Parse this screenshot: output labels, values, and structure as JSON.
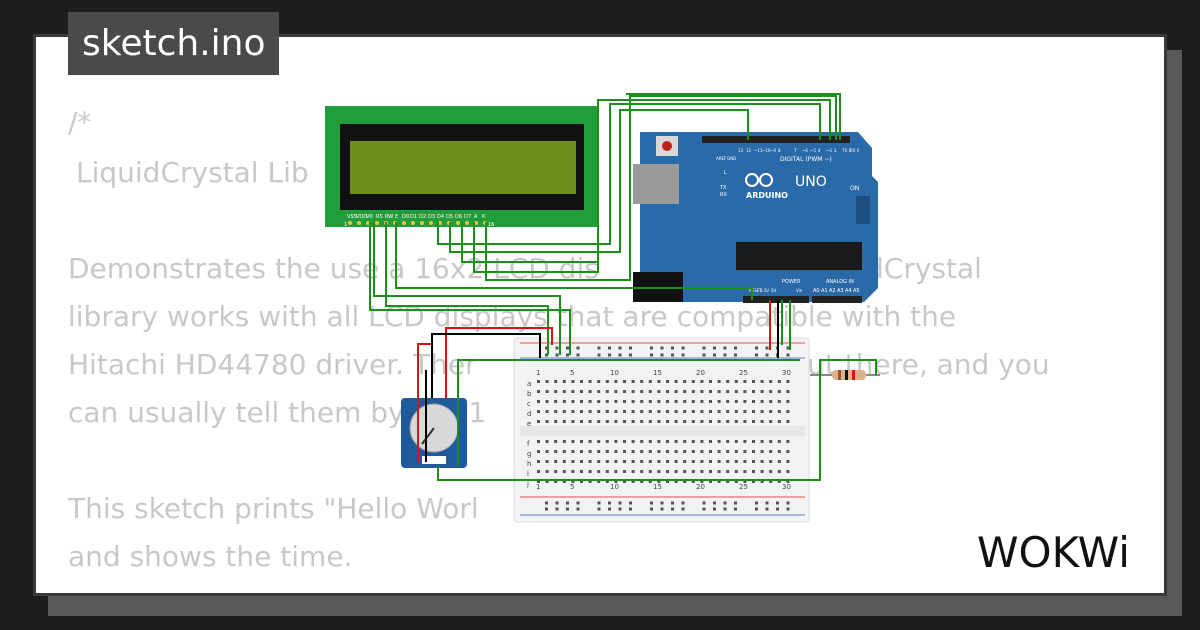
{
  "title": "sketch.ino",
  "code_lines": [
    "/*",
    "  LiquidCrystal Lib",
    "  Demonstrates the use a 16x2 LCD dis",
    "  library works with all LCD displays that are compatible with the",
    "  Hitachi HD44780 driver. Ther",
    "  out there, and you",
    "  can usually tell them by the 1",
    "  This sketch prints \"Hello Worl",
    "  and shows the time.",
    "dCrystal"
  ],
  "lcd": {
    "pin_labels": [
      "VSS",
      "VDD",
      "V0",
      "RS",
      "RW",
      "E",
      "D0",
      "D1",
      "D2",
      "D3",
      "D4",
      "D5",
      "D6",
      "D7",
      "A",
      "K"
    ],
    "pin_first": "1",
    "pin_last": "16",
    "screen_color": "#6e8f1c",
    "pcb_color": "#1f9e3a"
  },
  "arduino": {
    "model": "UNO",
    "brand": "ARDUINO",
    "digital_label": "DIGITAL (PWM ~)",
    "power_label": "POWER",
    "analog_label": "ANALOG IN",
    "labels": {
      "aref": "AREF",
      "gnd": "GND",
      "l": "L",
      "tx": "TX",
      "rx": "RX",
      "on": "ON",
      "reset": "RESET",
      "v33": "3.3V",
      "v5": "5V",
      "vin": "Vin"
    },
    "digital_pins": [
      "13",
      "12",
      "~11",
      "~10",
      "~9",
      "8",
      "7",
      "~6",
      "~5",
      "4",
      "~3",
      "2",
      "TX 1",
      "RX 0"
    ],
    "analog_pins": [
      "A0",
      "A1",
      "A2",
      "A3",
      "A4",
      "A5"
    ],
    "board_color": "#2b6aa8"
  },
  "breadboard": {
    "top_numbers": [
      "1",
      "5",
      "10",
      "15",
      "20",
      "25",
      "30"
    ],
    "rows_top": [
      "a",
      "b",
      "c",
      "d",
      "e"
    ],
    "rows_bottom": [
      "f",
      "g",
      "h",
      "i",
      "j"
    ]
  },
  "colors": {
    "wire_green": "#1a8f1a",
    "wire_red": "#e01010",
    "wire_black": "#000000",
    "potentiometer": "#1f5a9a"
  },
  "brand_logo": "WOKWi"
}
